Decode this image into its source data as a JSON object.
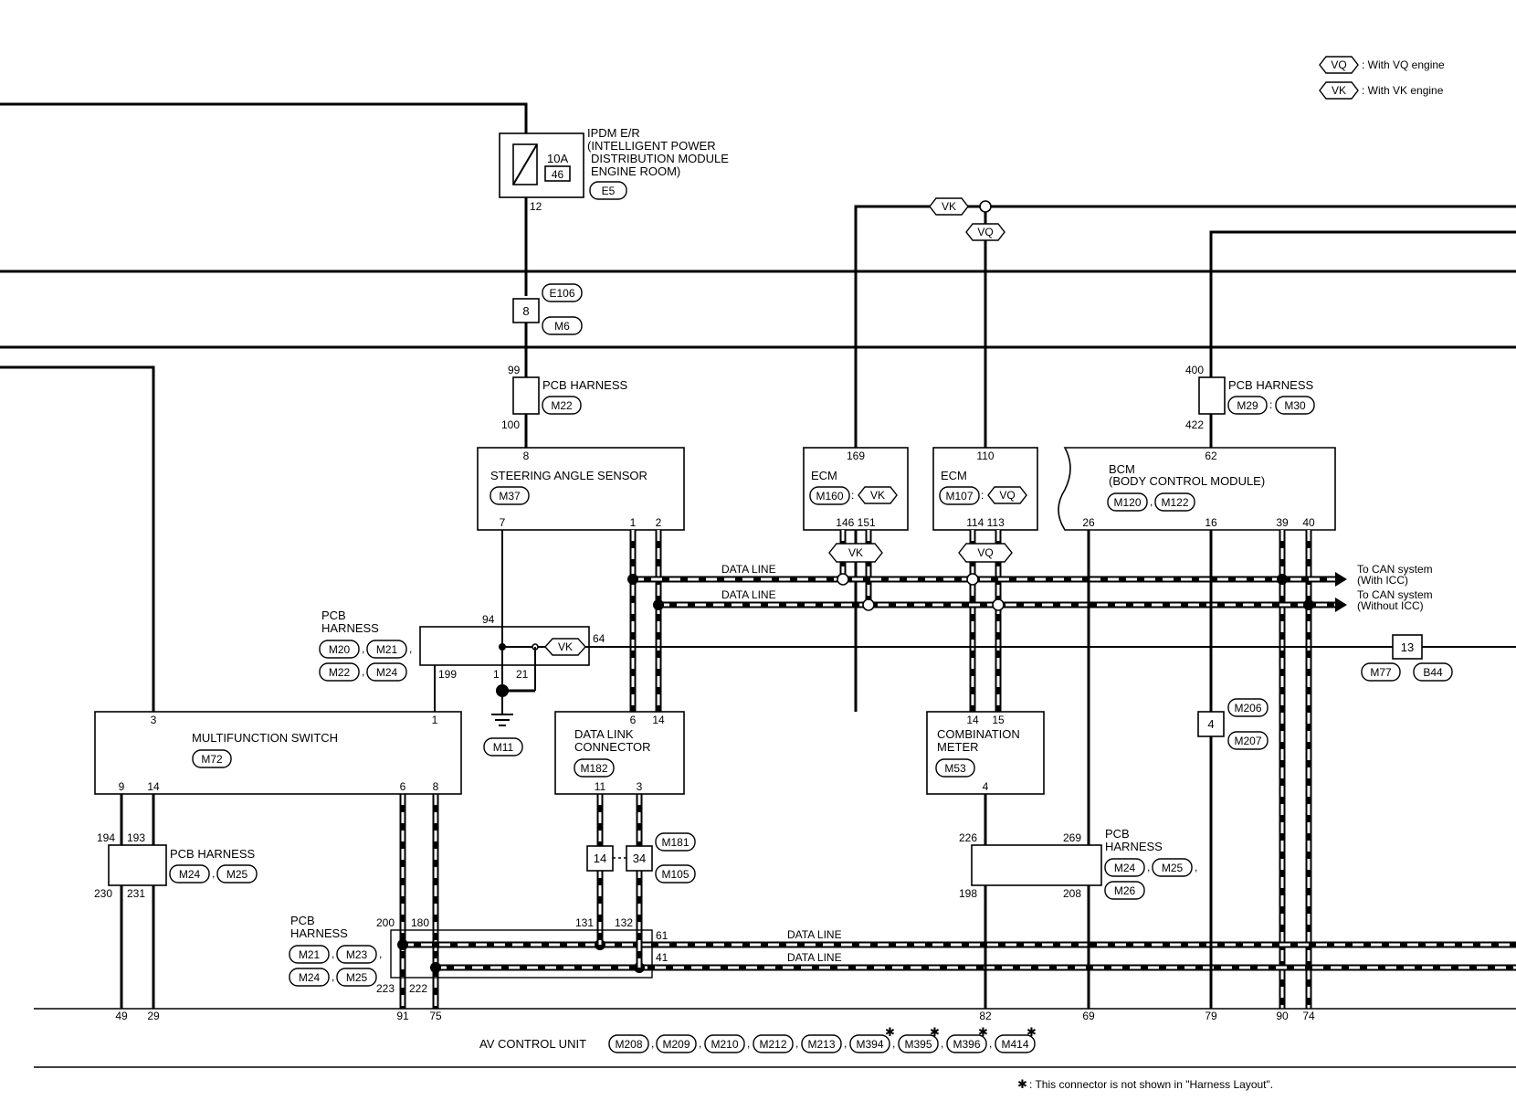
{
  "legend": {
    "vq_tag": "VQ",
    "vq_text": ": With VQ engine",
    "vk_tag": "VK",
    "vk_text": ": With VK engine"
  },
  "ipdm": {
    "title_lines": [
      "IPDM E/R",
      "(INTELLIGENT POWER",
      "DISTRIBUTION MODULE",
      "ENGINE ROOM)"
    ],
    "fuse_rating": "10A",
    "fuse_no": "46",
    "connector": "E5",
    "terminal": "12"
  },
  "joint_8": {
    "label": "8",
    "connectors": [
      "E106",
      "M6"
    ]
  },
  "pcb_top_left": {
    "label": "PCB HARNESS",
    "connector": "M22",
    "pin_top": "99",
    "pin_bottom": "100"
  },
  "pcb_top_right": {
    "label": "PCB HARNESS",
    "connectors": [
      "M29",
      "M30"
    ],
    "pin_top": "400",
    "pin_bottom": "422"
  },
  "steering_sensor": {
    "name": "STEERING ANGLE SENSOR",
    "connector": "M37",
    "pin_top": "8",
    "pin_7": "7",
    "pin_1": "1",
    "pin_2": "2"
  },
  "ecm_vk": {
    "name": "ECM",
    "connector": "M160",
    "tag": "VK",
    "pin_top": "169",
    "pins_bottom": "146 151"
  },
  "ecm_vq": {
    "name": "ECM",
    "connector": "M107",
    "tag": "VQ",
    "pin_top": "110",
    "pins_bottom": "114 113"
  },
  "bcm": {
    "name": "BCM",
    "subtitle": "(BODY CONTROL MODULE)",
    "connectors": [
      "M120",
      "M122"
    ],
    "pin_top": "62",
    "pin_26": "26",
    "pin_16": "16",
    "pin_39": "39",
    "pin_40": "40"
  },
  "top_wire_tags": {
    "vk": "VK",
    "vq": "VQ"
  },
  "can_tags": {
    "vk": "VK",
    "vq": "VQ"
  },
  "data_line_label": "DATA LINE",
  "can_out": {
    "with_icc_1": "To CAN system",
    "with_icc_2": "(With ICC)",
    "without_icc_1": "To CAN system",
    "without_icc_2": "(Without ICC)"
  },
  "pcb_mid": {
    "label_1": "PCB",
    "label_2": "HARNESS",
    "connectors": [
      "M20",
      "M21",
      "M22",
      "M24"
    ],
    "pin_94": "94",
    "pin_64": "64",
    "pin_199": "199",
    "pin_1": "1",
    "pin_21": "21",
    "tag": "VK"
  },
  "ground": {
    "connector": "M11"
  },
  "joint_13": {
    "label": "13",
    "connectors": [
      "M77",
      "B44"
    ]
  },
  "joint_4": {
    "label": "4",
    "connectors": [
      "M206",
      "M207"
    ]
  },
  "multifunction": {
    "name": "MULTIFUNCTION SWITCH",
    "connector": "M72",
    "pin_3": "3",
    "pin_1": "1",
    "pin_9": "9",
    "pin_14": "14",
    "pin_6": "6",
    "pin_8": "8"
  },
  "dlc": {
    "name_1": "DATA LINK",
    "name_2": "CONNECTOR",
    "connector": "M182",
    "pin_6": "6",
    "pin_14": "14",
    "pin_11": "11",
    "pin_3": "3"
  },
  "combination_meter": {
    "name_1": "COMBINATION",
    "name_2": "METER",
    "connector": "M53",
    "pin_14": "14",
    "pin_15": "15",
    "pin_4": "4"
  },
  "pcb_lower_left": {
    "label": "PCB HARNESS",
    "connectors": [
      "M24",
      "M25"
    ],
    "pin_194": "194",
    "pin_193": "193",
    "pin_230": "230",
    "pin_231": "231"
  },
  "joint_14_34": {
    "left": "14",
    "right": "34",
    "connectors": [
      "M181",
      "M105"
    ]
  },
  "pcb_lower_right": {
    "label_1": "PCB",
    "label_2": "HARNESS",
    "connectors": [
      "M24",
      "M25",
      "M26"
    ],
    "pin_226": "226",
    "pin_269": "269",
    "pin_198": "198",
    "pin_208": "208"
  },
  "pcb_bottom": {
    "label_1": "PCB",
    "label_2": "HARNESS",
    "connectors": [
      "M21",
      "M23",
      "M24",
      "M25"
    ],
    "pin_200": "200",
    "pin_180": "180",
    "pin_131": "131",
    "pin_132": "132",
    "pin_61": "61",
    "pin_41": "41",
    "pin_223": "223",
    "pin_222": "222"
  },
  "av_unit": {
    "label": "AV CONTROL UNIT",
    "connectors": [
      "M208",
      "M209",
      "M210",
      "M212",
      "M213",
      "M394",
      "M395",
      "M396",
      "M414"
    ],
    "pins": [
      "49",
      "29",
      "91",
      "75",
      "82",
      "69",
      "79",
      "90",
      "74"
    ]
  },
  "footnote": ": This connector is not shown in \"Harness Layout\"."
}
